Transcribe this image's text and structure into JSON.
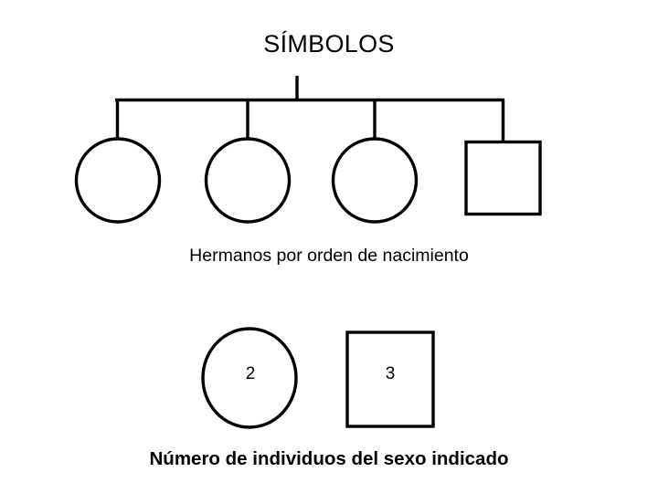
{
  "slide": {
    "title": "SÍMBOLOS",
    "background_color": "#ffffff",
    "line_color": "#000000"
  },
  "pedigree": {
    "caption": "Hermanos por orden de nacimiento",
    "sibship_line_label": "sibship-line",
    "siblings": [
      {
        "order": 1,
        "symbol": "circle",
        "sex": "female"
      },
      {
        "order": 2,
        "symbol": "circle",
        "sex": "female"
      },
      {
        "order": 3,
        "symbol": "circle",
        "sex": "female"
      },
      {
        "order": 4,
        "symbol": "square",
        "sex": "male"
      }
    ]
  },
  "counts": {
    "caption": "Número de individuos del sexo indicado",
    "symbols": [
      {
        "symbol": "circle",
        "sex": "female",
        "value": "2"
      },
      {
        "symbol": "square",
        "sex": "male",
        "value": "3"
      }
    ]
  }
}
